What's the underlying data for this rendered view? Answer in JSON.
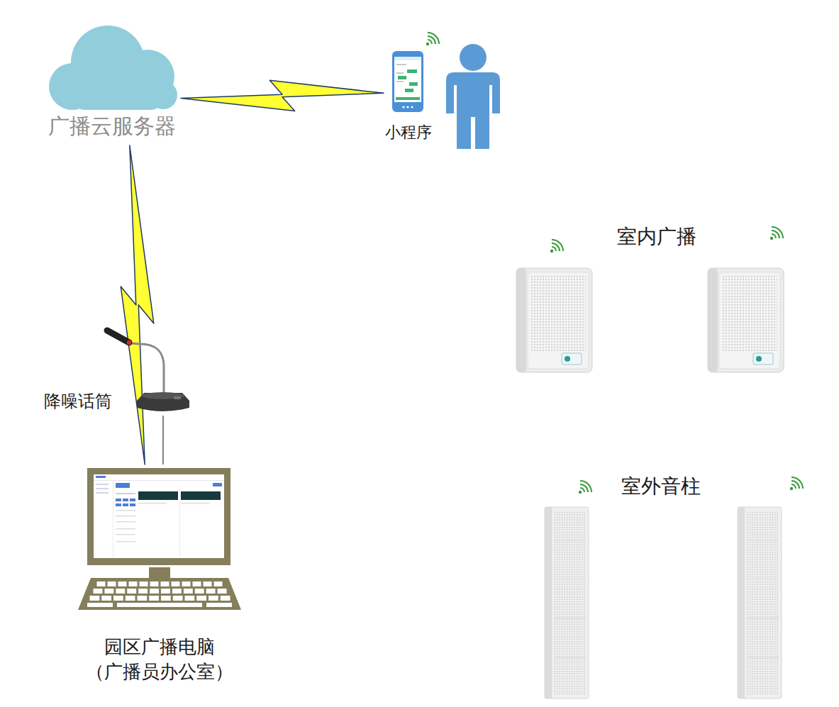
{
  "diagram": {
    "nodes": [
      {
        "text": [
          "广播云服务器"
        ]
      },
      {
        "text": [
          "小程序"
        ]
      },
      {
        "text": [
          "降噪话筒"
        ]
      },
      {
        "text": [
          "园区广播电脑 （广播员办公室）"
        ]
      }
    ],
    "edges": [
      {
        "from": 0,
        "to": 1,
        "arrow": "none"
      },
      {
        "from": 0,
        "to": 3,
        "arrow": "none"
      },
      {
        "from": 2,
        "to": 3,
        "arrow": "none"
      }
    ],
    "labels": [
      "室内广播",
      "室外音柱"
    ]
  }
}
